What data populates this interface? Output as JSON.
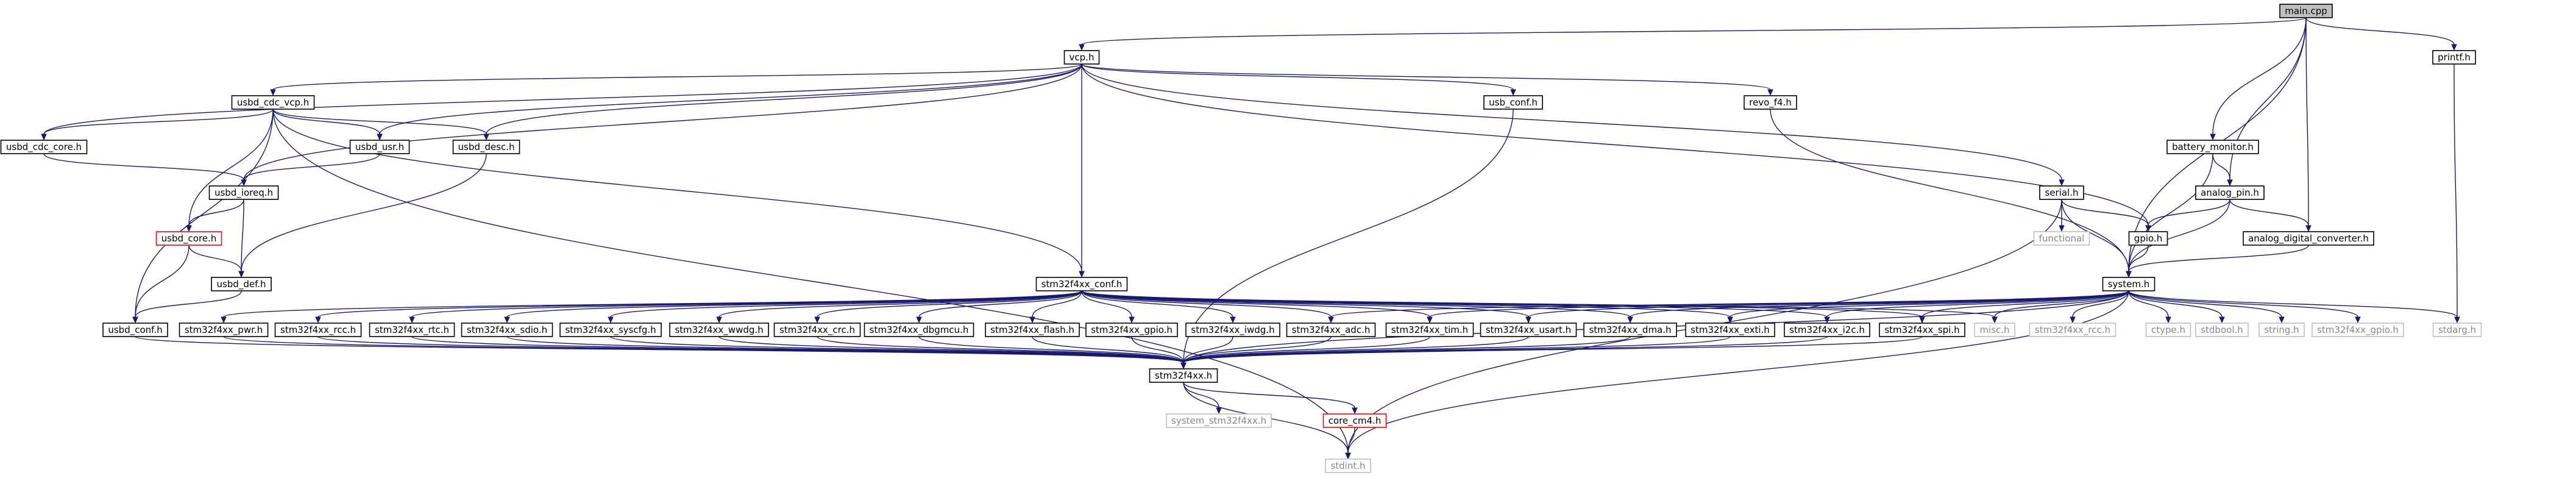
{
  "title": "main.cpp include dependency graph",
  "colors": {
    "edge": "#191970",
    "node_border": "#000000",
    "root_fill": "#bfbfbf",
    "missing_border": "#ff0000",
    "external_border": "#bfbfbf"
  },
  "nodes": [
    {
      "id": "main_cpp",
      "label": "main.cpp",
      "kind": "root"
    },
    {
      "id": "vcp_h",
      "label": "vcp.h",
      "kind": "normal"
    },
    {
      "id": "printf_h",
      "label": "printf.h",
      "kind": "normal"
    },
    {
      "id": "usbd_cdc_vcp_h",
      "label": "usbd_cdc_vcp.h",
      "kind": "normal"
    },
    {
      "id": "usbd_cdc_core_h",
      "label": "usbd_cdc_core.h",
      "kind": "normal"
    },
    {
      "id": "usbd_usr_h",
      "label": "usbd_usr.h",
      "kind": "normal"
    },
    {
      "id": "usbd_desc_h",
      "label": "usbd_desc.h",
      "kind": "normal"
    },
    {
      "id": "usb_conf_h",
      "label": "usb_conf.h",
      "kind": "normal"
    },
    {
      "id": "revo_f4_h",
      "label": "revo_f4.h",
      "kind": "normal"
    },
    {
      "id": "battery_monitor_h",
      "label": "battery_monitor.h",
      "kind": "normal"
    },
    {
      "id": "usbd_ioreq_h",
      "label": "usbd_ioreq.h",
      "kind": "normal"
    },
    {
      "id": "serial_h",
      "label": "serial.h",
      "kind": "normal"
    },
    {
      "id": "analog_pin_h",
      "label": "analog_pin.h",
      "kind": "normal"
    },
    {
      "id": "usbd_core_h",
      "label": "usbd_core.h",
      "kind": "missing"
    },
    {
      "id": "functional",
      "label": "functional",
      "kind": "external"
    },
    {
      "id": "gpio_h",
      "label": "gpio.h",
      "kind": "normal"
    },
    {
      "id": "analog_digital_converter_h",
      "label": "analog_digital_converter.h",
      "kind": "normal"
    },
    {
      "id": "usbd_def_h",
      "label": "usbd_def.h",
      "kind": "normal"
    },
    {
      "id": "stm32f4xx_conf_h",
      "label": "stm32f4xx_conf.h",
      "kind": "normal"
    },
    {
      "id": "system_h",
      "label": "system.h",
      "kind": "normal"
    },
    {
      "id": "usbd_conf_h",
      "label": "usbd_conf.h",
      "kind": "normal"
    },
    {
      "id": "stm32f4xx_pwr_h",
      "label": "stm32f4xx_pwr.h",
      "kind": "normal"
    },
    {
      "id": "stm32f4xx_rcc_h",
      "label": "stm32f4xx_rcc.h",
      "kind": "normal"
    },
    {
      "id": "stm32f4xx_rtc_h",
      "label": "stm32f4xx_rtc.h",
      "kind": "normal"
    },
    {
      "id": "stm32f4xx_sdio_h",
      "label": "stm32f4xx_sdio.h",
      "kind": "normal"
    },
    {
      "id": "stm32f4xx_syscfg_h",
      "label": "stm32f4xx_syscfg.h",
      "kind": "normal"
    },
    {
      "id": "stm32f4xx_wwdg_h",
      "label": "stm32f4xx_wwdg.h",
      "kind": "normal"
    },
    {
      "id": "stm32f4xx_crc_h",
      "label": "stm32f4xx_crc.h",
      "kind": "normal"
    },
    {
      "id": "stm32f4xx_dbgmcu_h",
      "label": "stm32f4xx_dbgmcu.h",
      "kind": "normal"
    },
    {
      "id": "stm32f4xx_flash_h",
      "label": "stm32f4xx_flash.h",
      "kind": "normal"
    },
    {
      "id": "stm32f4xx_gpio_h",
      "label": "stm32f4xx_gpio.h",
      "kind": "normal"
    },
    {
      "id": "stm32f4xx_iwdg_h",
      "label": "stm32f4xx_iwdg.h",
      "kind": "normal"
    },
    {
      "id": "stm32f4xx_adc_h",
      "label": "stm32f4xx_adc.h",
      "kind": "normal"
    },
    {
      "id": "stm32f4xx_tim_h",
      "label": "stm32f4xx_tim.h",
      "kind": "normal"
    },
    {
      "id": "stm32f4xx_usart_h",
      "label": "stm32f4xx_usart.h",
      "kind": "normal"
    },
    {
      "id": "stm32f4xx_dma_h",
      "label": "stm32f4xx_dma.h",
      "kind": "normal"
    },
    {
      "id": "stm32f4xx_exti_h",
      "label": "stm32f4xx_exti.h",
      "kind": "normal"
    },
    {
      "id": "stm32f4xx_i2c_h",
      "label": "stm32f4xx_i2c.h",
      "kind": "normal"
    },
    {
      "id": "stm32f4xx_spi_h",
      "label": "stm32f4xx_spi.h",
      "kind": "normal"
    },
    {
      "id": "misc_h",
      "label": "misc.h",
      "kind": "external"
    },
    {
      "id": "ext_stm32f4xx_rcc_h",
      "label": "stm32f4xx_rcc.h",
      "kind": "external"
    },
    {
      "id": "ctype_h",
      "label": "ctype.h",
      "kind": "external"
    },
    {
      "id": "stdbool_h",
      "label": "stdbool.h",
      "kind": "external"
    },
    {
      "id": "string_h",
      "label": "string.h",
      "kind": "external"
    },
    {
      "id": "ext_stm32f4xx_gpio_h",
      "label": "stm32f4xx_gpio.h",
      "kind": "external"
    },
    {
      "id": "stdarg_h",
      "label": "stdarg.h",
      "kind": "external"
    },
    {
      "id": "stm32f4xx_h",
      "label": "stm32f4xx.h",
      "kind": "normal"
    },
    {
      "id": "system_stm32f4xx_h",
      "label": "system_stm32f4xx.h",
      "kind": "external"
    },
    {
      "id": "core_cm4_h",
      "label": "core_cm4.h",
      "kind": "missing"
    },
    {
      "id": "stdint_h",
      "label": "stdint.h",
      "kind": "external"
    }
  ],
  "edges": [
    [
      "main_cpp",
      "vcp_h"
    ],
    [
      "main_cpp",
      "printf_h"
    ],
    [
      "main_cpp",
      "battery_monitor_h"
    ],
    [
      "main_cpp",
      "analog_pin_h"
    ],
    [
      "main_cpp",
      "analog_digital_converter_h"
    ],
    [
      "main_cpp",
      "system_h"
    ],
    [
      "printf_h",
      "stdarg_h"
    ],
    [
      "vcp_h",
      "usbd_cdc_vcp_h"
    ],
    [
      "vcp_h",
      "usbd_cdc_core_h"
    ],
    [
      "vcp_h",
      "usbd_usr_h"
    ],
    [
      "vcp_h",
      "usbd_desc_h"
    ],
    [
      "vcp_h",
      "usb_conf_h"
    ],
    [
      "vcp_h",
      "revo_f4_h"
    ],
    [
      "vcp_h",
      "usbd_ioreq_h"
    ],
    [
      "vcp_h",
      "serial_h"
    ],
    [
      "vcp_h",
      "gpio_h"
    ],
    [
      "vcp_h",
      "stm32f4xx_conf_h"
    ],
    [
      "usbd_cdc_vcp_h",
      "usbd_cdc_core_h"
    ],
    [
      "usbd_cdc_vcp_h",
      "usbd_usr_h"
    ],
    [
      "usbd_cdc_vcp_h",
      "usbd_desc_h"
    ],
    [
      "usbd_cdc_vcp_h",
      "usbd_core_h"
    ],
    [
      "usbd_cdc_vcp_h",
      "usbd_conf_h"
    ],
    [
      "usbd_cdc_vcp_h",
      "stm32f4xx_conf_h"
    ],
    [
      "usbd_cdc_vcp_h",
      "stdint_h"
    ],
    [
      "usbd_cdc_core_h",
      "usbd_ioreq_h"
    ],
    [
      "usbd_usr_h",
      "usbd_ioreq_h"
    ],
    [
      "usbd_desc_h",
      "usbd_def_h"
    ],
    [
      "usb_conf_h",
      "stm32f4xx_h"
    ],
    [
      "revo_f4_h",
      "system_h"
    ],
    [
      "usbd_ioreq_h",
      "usbd_core_h"
    ],
    [
      "usbd_ioreq_h",
      "usbd_def_h"
    ],
    [
      "usbd_core_h",
      "usbd_def_h"
    ],
    [
      "usbd_core_h",
      "usbd_conf_h"
    ],
    [
      "usbd_def_h",
      "usbd_conf_h"
    ],
    [
      "serial_h",
      "functional"
    ],
    [
      "serial_h",
      "gpio_h"
    ],
    [
      "serial_h",
      "system_h"
    ],
    [
      "serial_h",
      "stdint_h"
    ],
    [
      "battery_monitor_h",
      "analog_pin_h"
    ],
    [
      "battery_monitor_h",
      "system_h"
    ],
    [
      "analog_pin_h",
      "gpio_h"
    ],
    [
      "analog_pin_h",
      "analog_digital_converter_h"
    ],
    [
      "analog_pin_h",
      "system_h"
    ],
    [
      "analog_digital_converter_h",
      "system_h"
    ],
    [
      "gpio_h",
      "system_h"
    ],
    [
      "stm32f4xx_conf_h",
      "stm32f4xx_pwr_h"
    ],
    [
      "stm32f4xx_conf_h",
      "stm32f4xx_rcc_h"
    ],
    [
      "stm32f4xx_conf_h",
      "stm32f4xx_rtc_h"
    ],
    [
      "stm32f4xx_conf_h",
      "stm32f4xx_sdio_h"
    ],
    [
      "stm32f4xx_conf_h",
      "stm32f4xx_syscfg_h"
    ],
    [
      "stm32f4xx_conf_h",
      "stm32f4xx_wwdg_h"
    ],
    [
      "stm32f4xx_conf_h",
      "stm32f4xx_crc_h"
    ],
    [
      "stm32f4xx_conf_h",
      "stm32f4xx_dbgmcu_h"
    ],
    [
      "stm32f4xx_conf_h",
      "stm32f4xx_flash_h"
    ],
    [
      "stm32f4xx_conf_h",
      "stm32f4xx_gpio_h"
    ],
    [
      "stm32f4xx_conf_h",
      "stm32f4xx_iwdg_h"
    ],
    [
      "stm32f4xx_conf_h",
      "stm32f4xx_adc_h"
    ],
    [
      "stm32f4xx_conf_h",
      "stm32f4xx_tim_h"
    ],
    [
      "stm32f4xx_conf_h",
      "stm32f4xx_usart_h"
    ],
    [
      "stm32f4xx_conf_h",
      "stm32f4xx_dma_h"
    ],
    [
      "stm32f4xx_conf_h",
      "stm32f4xx_exti_h"
    ],
    [
      "stm32f4xx_conf_h",
      "stm32f4xx_i2c_h"
    ],
    [
      "stm32f4xx_conf_h",
      "stm32f4xx_spi_h"
    ],
    [
      "stm32f4xx_conf_h",
      "misc_h"
    ],
    [
      "system_h",
      "stm32f4xx_adc_h"
    ],
    [
      "system_h",
      "stm32f4xx_tim_h"
    ],
    [
      "system_h",
      "stm32f4xx_usart_h"
    ],
    [
      "system_h",
      "stm32f4xx_dma_h"
    ],
    [
      "system_h",
      "stm32f4xx_exti_h"
    ],
    [
      "system_h",
      "stm32f4xx_i2c_h"
    ],
    [
      "system_h",
      "stm32f4xx_spi_h"
    ],
    [
      "system_h",
      "misc_h"
    ],
    [
      "system_h",
      "ext_stm32f4xx_rcc_h"
    ],
    [
      "system_h",
      "ctype_h"
    ],
    [
      "system_h",
      "stdbool_h"
    ],
    [
      "system_h",
      "string_h"
    ],
    [
      "system_h",
      "ext_stm32f4xx_gpio_h"
    ],
    [
      "system_h",
      "stdarg_h"
    ],
    [
      "system_h",
      "stm32f4xx_h"
    ],
    [
      "system_h",
      "stdint_h"
    ],
    [
      "usbd_conf_h",
      "stm32f4xx_h"
    ],
    [
      "stm32f4xx_pwr_h",
      "stm32f4xx_h"
    ],
    [
      "stm32f4xx_rcc_h",
      "stm32f4xx_h"
    ],
    [
      "stm32f4xx_rtc_h",
      "stm32f4xx_h"
    ],
    [
      "stm32f4xx_sdio_h",
      "stm32f4xx_h"
    ],
    [
      "stm32f4xx_syscfg_h",
      "stm32f4xx_h"
    ],
    [
      "stm32f4xx_wwdg_h",
      "stm32f4xx_h"
    ],
    [
      "stm32f4xx_crc_h",
      "stm32f4xx_h"
    ],
    [
      "stm32f4xx_dbgmcu_h",
      "stm32f4xx_h"
    ],
    [
      "stm32f4xx_flash_h",
      "stm32f4xx_h"
    ],
    [
      "stm32f4xx_gpio_h",
      "stm32f4xx_h"
    ],
    [
      "stm32f4xx_iwdg_h",
      "stm32f4xx_h"
    ],
    [
      "stm32f4xx_adc_h",
      "stm32f4xx_h"
    ],
    [
      "stm32f4xx_tim_h",
      "stm32f4xx_h"
    ],
    [
      "stm32f4xx_usart_h",
      "stm32f4xx_h"
    ],
    [
      "stm32f4xx_dma_h",
      "stm32f4xx_h"
    ],
    [
      "stm32f4xx_exti_h",
      "stm32f4xx_h"
    ],
    [
      "stm32f4xx_i2c_h",
      "stm32f4xx_h"
    ],
    [
      "stm32f4xx_spi_h",
      "stm32f4xx_h"
    ],
    [
      "stm32f4xx_h",
      "system_stm32f4xx_h"
    ],
    [
      "stm32f4xx_h",
      "core_cm4_h"
    ],
    [
      "stm32f4xx_h",
      "stdint_h"
    ],
    [
      "core_cm4_h",
      "stdint_h"
    ]
  ]
}
